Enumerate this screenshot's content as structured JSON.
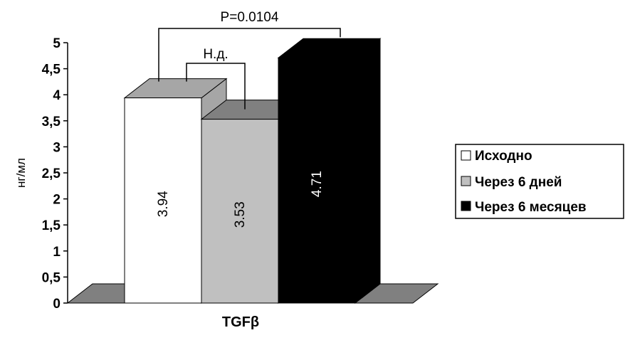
{
  "chart_data": {
    "type": "bar",
    "categories": [
      "TGFβ"
    ],
    "series": [
      {
        "name": "Исходно",
        "values": [
          3.94
        ],
        "color": "#ffffff",
        "side_color": "#a6a6a6"
      },
      {
        "name": "Через 6 дней",
        "values": [
          3.53
        ],
        "color": "#c0c0c0",
        "side_color": "#808080"
      },
      {
        "name": "Через 6 месяцев",
        "values": [
          4.71
        ],
        "color": "#000000",
        "side_color": "#000000"
      }
    ],
    "data_labels": [
      "3.94",
      "3.53",
      "4.71"
    ],
    "ylabel": "нг/мл",
    "ylim": [
      0,
      5
    ],
    "yticks": [
      0,
      0.5,
      1,
      1.5,
      2,
      2.5,
      3,
      3.5,
      4,
      4.5,
      5
    ],
    "ytick_labels": [
      "0",
      "0,5",
      "1",
      "1,5",
      "2",
      "2,5",
      "3",
      "3,5",
      "4",
      "4,5",
      "5"
    ],
    "floor_color": "#808080",
    "legend_position": "right",
    "annotations": [
      {
        "text": "P=0.0104",
        "between": [
          "Исходно",
          "Через 6 месяцев"
        ]
      },
      {
        "text": "Н.д.",
        "between": [
          "Исходно",
          "Через 6 дней"
        ]
      }
    ]
  }
}
